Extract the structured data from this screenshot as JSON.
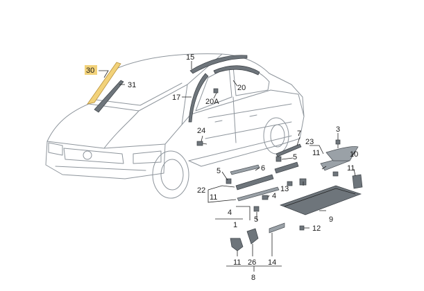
{
  "diagram": {
    "callouts": [
      {
        "id": "c30",
        "text": "30",
        "highlight": true
      },
      {
        "id": "c31",
        "text": "31"
      },
      {
        "id": "c15",
        "text": "15"
      },
      {
        "id": "c17",
        "text": "17"
      },
      {
        "id": "c20",
        "text": "20"
      },
      {
        "id": "c20a",
        "text": "20A"
      },
      {
        "id": "c24",
        "text": "24"
      },
      {
        "id": "c7",
        "text": "7"
      },
      {
        "id": "c3",
        "text": "3"
      },
      {
        "id": "c23",
        "text": "23"
      },
      {
        "id": "c11a",
        "text": "11"
      },
      {
        "id": "c10",
        "text": "10"
      },
      {
        "id": "c5a",
        "text": "5"
      },
      {
        "id": "c6",
        "text": "6"
      },
      {
        "id": "c5b",
        "text": "5"
      },
      {
        "id": "c22",
        "text": "22"
      },
      {
        "id": "c11b",
        "text": "11"
      },
      {
        "id": "c11c",
        "text": "11"
      },
      {
        "id": "c13",
        "text": "13"
      },
      {
        "id": "c4a",
        "text": "4"
      },
      {
        "id": "c4b",
        "text": "4"
      },
      {
        "id": "c1",
        "text": "1"
      },
      {
        "id": "c5c",
        "text": "5"
      },
      {
        "id": "c9",
        "text": "9"
      },
      {
        "id": "c12",
        "text": "12"
      },
      {
        "id": "c11d",
        "text": "11"
      },
      {
        "id": "c26",
        "text": "26"
      },
      {
        "id": "c14",
        "text": "14"
      },
      {
        "id": "c8",
        "text": "8"
      }
    ],
    "colors": {
      "highlight": "#f2d27a",
      "car_outline": "#8d949b",
      "part_dark": "#6e757b",
      "part_light": "#9aa1a7"
    }
  }
}
